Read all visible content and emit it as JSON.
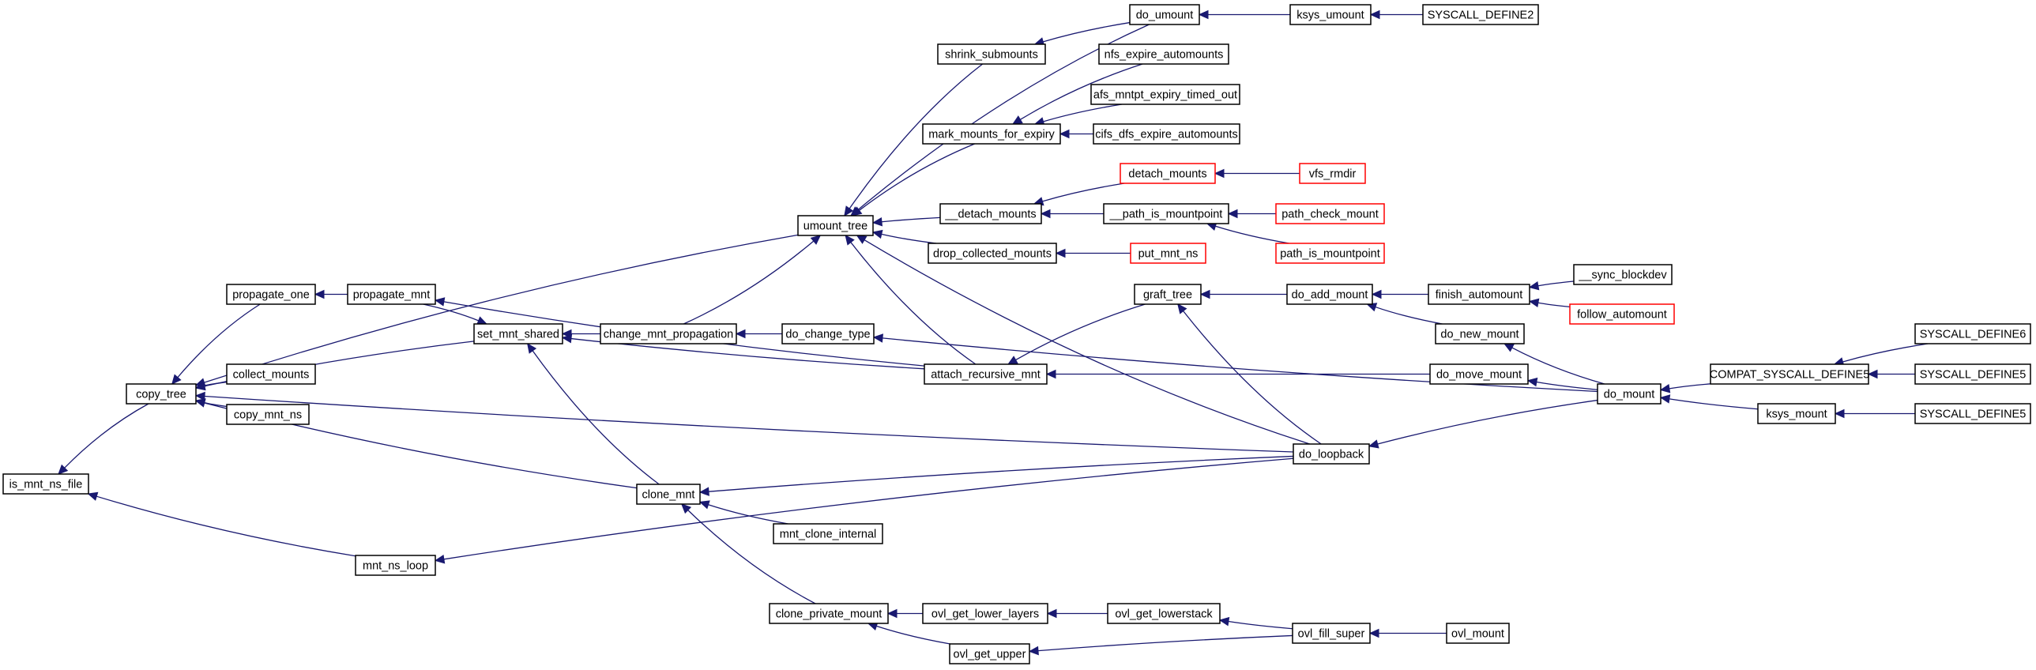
{
  "diagram": {
    "type": "call-graph",
    "colors": {
      "edge": "#191970",
      "node_border": "#000000",
      "node_border_truncated": "#ff0000",
      "root_fill": "#bfbfbf",
      "node_fill": "#ffffff",
      "text": "#000000"
    },
    "nodes": [
      {
        "id": "is_mnt_ns_file",
        "label": "is_mnt_ns_file",
        "root": true,
        "truncated": false
      },
      {
        "id": "copy_tree",
        "label": "copy_tree",
        "truncated": false
      },
      {
        "id": "mnt_ns_loop",
        "label": "mnt_ns_loop",
        "truncated": false
      },
      {
        "id": "propagate_one",
        "label": "propagate_one",
        "truncated": false
      },
      {
        "id": "umount_tree",
        "label": "umount_tree",
        "truncated": false
      },
      {
        "id": "collect_mounts",
        "label": "collect_mounts",
        "truncated": false
      },
      {
        "id": "copy_mnt_ns",
        "label": "copy_mnt_ns",
        "truncated": false
      },
      {
        "id": "do_loopback",
        "label": "do_loopback",
        "truncated": false
      },
      {
        "id": "clone_mnt",
        "label": "clone_mnt",
        "truncated": false
      },
      {
        "id": "propagate_mnt",
        "label": "propagate_mnt",
        "truncated": false
      },
      {
        "id": "set_mnt_shared",
        "label": "set_mnt_shared",
        "truncated": false
      },
      {
        "id": "change_mnt_propagation",
        "label": "change_mnt_propagation",
        "truncated": false
      },
      {
        "id": "do_change_type",
        "label": "do_change_type",
        "truncated": false
      },
      {
        "id": "attach_recursive_mnt",
        "label": "attach_recursive_mnt",
        "truncated": false
      },
      {
        "id": "mnt_clone_internal",
        "label": "mnt_clone_internal",
        "truncated": false
      },
      {
        "id": "clone_private_mount",
        "label": "clone_private_mount",
        "truncated": false
      },
      {
        "id": "ovl_get_lower_layers",
        "label": "ovl_get_lower_layers",
        "truncated": false
      },
      {
        "id": "ovl_get_upper",
        "label": "ovl_get_upper",
        "truncated": false
      },
      {
        "id": "ovl_get_lowerstack",
        "label": "ovl_get_lowerstack",
        "truncated": false
      },
      {
        "id": "ovl_fill_super",
        "label": "ovl_fill_super",
        "truncated": false
      },
      {
        "id": "ovl_mount",
        "label": "ovl_mount",
        "truncated": false
      },
      {
        "id": "shrink_submounts",
        "label": "shrink_submounts",
        "truncated": false
      },
      {
        "id": "do_umount",
        "label": "do_umount",
        "truncated": false
      },
      {
        "id": "ksys_umount",
        "label": "ksys_umount",
        "truncated": false
      },
      {
        "id": "SYSCALL_DEFINE2",
        "label": "SYSCALL_DEFINE2",
        "truncated": false
      },
      {
        "id": "mark_mounts_for_expiry",
        "label": "mark_mounts_for_expiry",
        "truncated": false
      },
      {
        "id": "nfs_expire_automounts",
        "label": "nfs_expire_automounts",
        "truncated": false
      },
      {
        "id": "afs_mntpt_expiry_timed_out",
        "label": "afs_mntpt_expiry_timed_out",
        "truncated": false
      },
      {
        "id": "cifs_dfs_expire_automounts",
        "label": "cifs_dfs_expire_automounts",
        "truncated": false
      },
      {
        "id": "__detach_mounts",
        "label": "__detach_mounts",
        "truncated": false
      },
      {
        "id": "detach_mounts",
        "label": "detach_mounts",
        "truncated": true
      },
      {
        "id": "vfs_rmdir",
        "label": "vfs_rmdir",
        "truncated": true
      },
      {
        "id": "__path_is_mountpoint",
        "label": "__path_is_mountpoint",
        "truncated": false
      },
      {
        "id": "path_check_mount",
        "label": "path_check_mount",
        "truncated": true
      },
      {
        "id": "path_is_mountpoint",
        "label": "path_is_mountpoint",
        "truncated": true
      },
      {
        "id": "drop_collected_mounts",
        "label": "drop_collected_mounts",
        "truncated": false
      },
      {
        "id": "put_mnt_ns",
        "label": "put_mnt_ns",
        "truncated": true
      },
      {
        "id": "graft_tree",
        "label": "graft_tree",
        "truncated": false
      },
      {
        "id": "do_add_mount",
        "label": "do_add_mount",
        "truncated": false
      },
      {
        "id": "finish_automount",
        "label": "finish_automount",
        "truncated": false
      },
      {
        "id": "__sync_blockdev",
        "label": "__sync_blockdev",
        "truncated": false
      },
      {
        "id": "follow_automount",
        "label": "follow_automount",
        "truncated": true
      },
      {
        "id": "do_new_mount",
        "label": "do_new_mount",
        "truncated": false
      },
      {
        "id": "do_move_mount",
        "label": "do_move_mount",
        "truncated": false
      },
      {
        "id": "do_mount",
        "label": "do_mount",
        "truncated": false
      },
      {
        "id": "COMPAT_SYSCALL_DEFINE5",
        "label": "COMPAT_SYSCALL_DEFINE5",
        "truncated": false
      },
      {
        "id": "ksys_mount",
        "label": "ksys_mount",
        "truncated": false
      },
      {
        "id": "SYSCALL_DEFINE6",
        "label": "SYSCALL_DEFINE6",
        "truncated": false
      },
      {
        "id": "SYSCALL_DEFINE5_a",
        "label": "SYSCALL_DEFINE5",
        "truncated": false
      },
      {
        "id": "SYSCALL_DEFINE5_b",
        "label": "SYSCALL_DEFINE5",
        "truncated": false
      }
    ],
    "edges": [
      {
        "from": "copy_tree",
        "to": "is_mnt_ns_file"
      },
      {
        "from": "mnt_ns_loop",
        "to": "is_mnt_ns_file"
      },
      {
        "from": "propagate_one",
        "to": "copy_tree"
      },
      {
        "from": "umount_tree",
        "to": "copy_tree"
      },
      {
        "from": "set_mnt_shared",
        "to": "copy_tree"
      },
      {
        "from": "collect_mounts",
        "to": "copy_tree"
      },
      {
        "from": "copy_mnt_ns",
        "to": "copy_tree"
      },
      {
        "from": "do_loopback",
        "to": "copy_tree"
      },
      {
        "from": "clone_mnt",
        "to": "copy_tree"
      },
      {
        "from": "do_loopback",
        "to": "mnt_ns_loop"
      },
      {
        "from": "propagate_mnt",
        "to": "propagate_one"
      },
      {
        "from": "shrink_submounts",
        "to": "umount_tree"
      },
      {
        "from": "do_umount",
        "to": "umount_tree"
      },
      {
        "from": "mark_mounts_for_expiry",
        "to": "umount_tree"
      },
      {
        "from": "__detach_mounts",
        "to": "umount_tree"
      },
      {
        "from": "drop_collected_mounts",
        "to": "umount_tree"
      },
      {
        "from": "attach_recursive_mnt",
        "to": "umount_tree"
      },
      {
        "from": "do_loopback",
        "to": "umount_tree"
      },
      {
        "from": "change_mnt_propagation",
        "to": "umount_tree"
      },
      {
        "from": "propagate_mnt",
        "to": "set_mnt_shared"
      },
      {
        "from": "change_mnt_propagation",
        "to": "set_mnt_shared"
      },
      {
        "from": "attach_recursive_mnt",
        "to": "set_mnt_shared"
      },
      {
        "from": "clone_mnt",
        "to": "set_mnt_shared"
      },
      {
        "from": "attach_recursive_mnt",
        "to": "propagate_mnt"
      },
      {
        "from": "do_change_type",
        "to": "change_mnt_propagation"
      },
      {
        "from": "do_mount",
        "to": "do_change_type"
      },
      {
        "from": "graft_tree",
        "to": "attach_recursive_mnt"
      },
      {
        "from": "do_move_mount",
        "to": "attach_recursive_mnt"
      },
      {
        "from": "do_loopback",
        "to": "clone_mnt"
      },
      {
        "from": "mnt_clone_internal",
        "to": "clone_mnt"
      },
      {
        "from": "clone_private_mount",
        "to": "clone_mnt"
      },
      {
        "from": "ovl_get_lower_layers",
        "to": "clone_private_mount"
      },
      {
        "from": "ovl_get_upper",
        "to": "clone_private_mount"
      },
      {
        "from": "ovl_get_lowerstack",
        "to": "ovl_get_lower_layers"
      },
      {
        "from": "ovl_fill_super",
        "to": "ovl_get_upper"
      },
      {
        "from": "ovl_fill_super",
        "to": "ovl_get_lowerstack"
      },
      {
        "from": "ovl_mount",
        "to": "ovl_fill_super"
      },
      {
        "from": "do_umount",
        "to": "shrink_submounts"
      },
      {
        "from": "ksys_umount",
        "to": "do_umount"
      },
      {
        "from": "SYSCALL_DEFINE2",
        "to": "ksys_umount"
      },
      {
        "from": "nfs_expire_automounts",
        "to": "mark_mounts_for_expiry"
      },
      {
        "from": "afs_mntpt_expiry_timed_out",
        "to": "mark_mounts_for_expiry"
      },
      {
        "from": "cifs_dfs_expire_automounts",
        "to": "mark_mounts_for_expiry"
      },
      {
        "from": "detach_mounts",
        "to": "__detach_mounts"
      },
      {
        "from": "__path_is_mountpoint",
        "to": "__detach_mounts"
      },
      {
        "from": "vfs_rmdir",
        "to": "detach_mounts"
      },
      {
        "from": "path_check_mount",
        "to": "__path_is_mountpoint"
      },
      {
        "from": "path_is_mountpoint",
        "to": "__path_is_mountpoint"
      },
      {
        "from": "put_mnt_ns",
        "to": "drop_collected_mounts"
      },
      {
        "from": "do_add_mount",
        "to": "graft_tree"
      },
      {
        "from": "do_loopback",
        "to": "graft_tree"
      },
      {
        "from": "finish_automount",
        "to": "do_add_mount"
      },
      {
        "from": "do_new_mount",
        "to": "do_add_mount"
      },
      {
        "from": "__sync_blockdev",
        "to": "finish_automount"
      },
      {
        "from": "follow_automount",
        "to": "finish_automount"
      },
      {
        "from": "do_mount",
        "to": "do_new_mount"
      },
      {
        "from": "do_mount",
        "to": "do_move_mount"
      },
      {
        "from": "do_mount",
        "to": "do_loopback"
      },
      {
        "from": "COMPAT_SYSCALL_DEFINE5",
        "to": "do_mount"
      },
      {
        "from": "ksys_mount",
        "to": "do_mount"
      },
      {
        "from": "SYSCALL_DEFINE6",
        "to": "COMPAT_SYSCALL_DEFINE5"
      },
      {
        "from": "SYSCALL_DEFINE5_a",
        "to": "COMPAT_SYSCALL_DEFINE5"
      },
      {
        "from": "SYSCALL_DEFINE5_b",
        "to": "ksys_mount"
      }
    ]
  }
}
